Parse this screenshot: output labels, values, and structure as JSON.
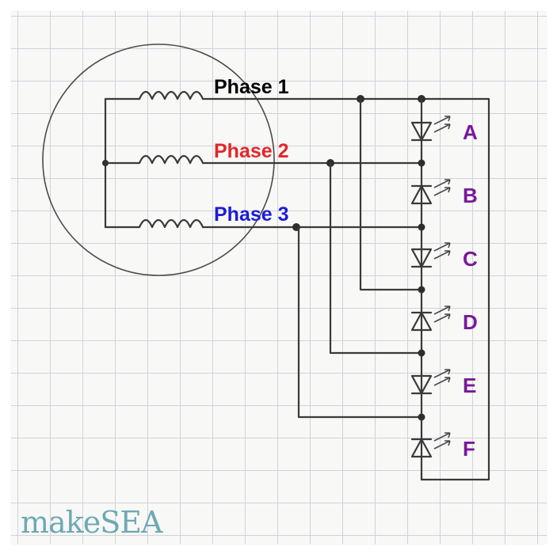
{
  "phases": [
    {
      "label": "Phase 1",
      "color": "#000000"
    },
    {
      "label": "Phase 2",
      "color": "#e3262a"
    },
    {
      "label": "Phase 3",
      "color": "#1c1cd6"
    }
  ],
  "leds": [
    "A",
    "B",
    "C",
    "D",
    "E",
    "F"
  ],
  "led_label_color": "#7a189c",
  "brand": {
    "text": "makeSEA",
    "color": "#6ea9b5"
  }
}
